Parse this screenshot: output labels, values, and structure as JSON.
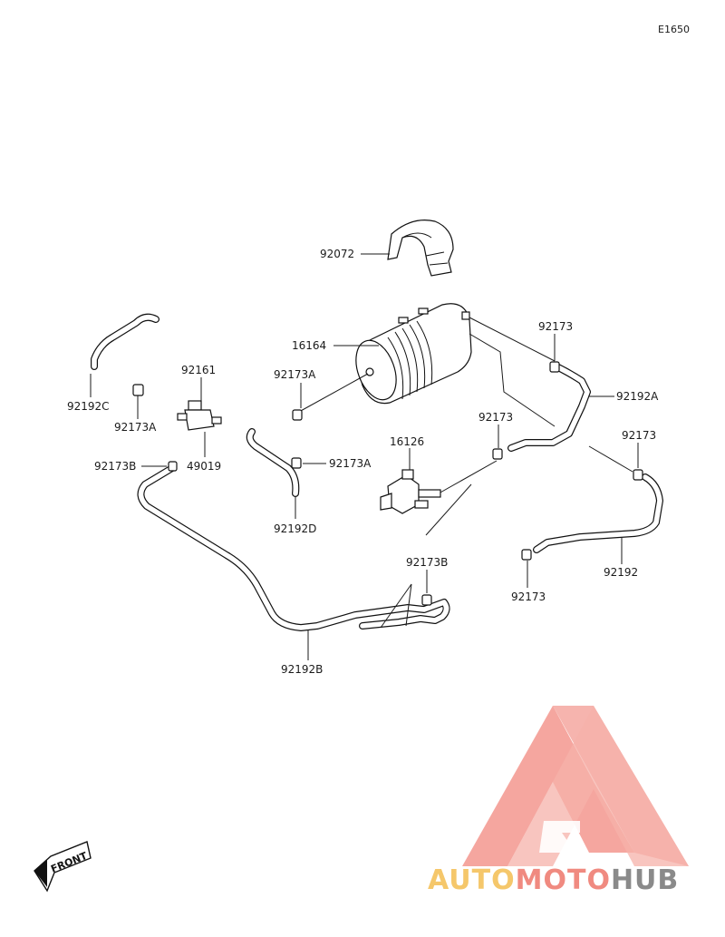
{
  "diagram": {
    "code": "E1650",
    "labels": {
      "p92072": "92072",
      "p16164": "16164",
      "p92173_top": "92173",
      "p92192A": "92192A",
      "p92161": "92161",
      "p92173A_upper": "92173A",
      "p92192C": "92192C",
      "p92173A_left": "92173A",
      "p92173_mid": "92173",
      "p16126": "16126",
      "p92173_right": "92173",
      "p92173B_left": "92173B",
      "p49019": "49019",
      "p92173A_lower": "92173A",
      "p92192D": "92192D",
      "p92192": "92192",
      "p92173B_center": "92173B",
      "p92173_bottom": "92173",
      "p92192B": "92192B"
    },
    "front_marker": "FRONT"
  },
  "watermark": {
    "part1": "AUTO",
    "part2": "MOTO",
    "part3": "HUB",
    "colors": {
      "auto": "#f5c76b",
      "moto": "#f08a80",
      "hub": "#8a8a8a",
      "logo": "#f4a19a"
    }
  }
}
